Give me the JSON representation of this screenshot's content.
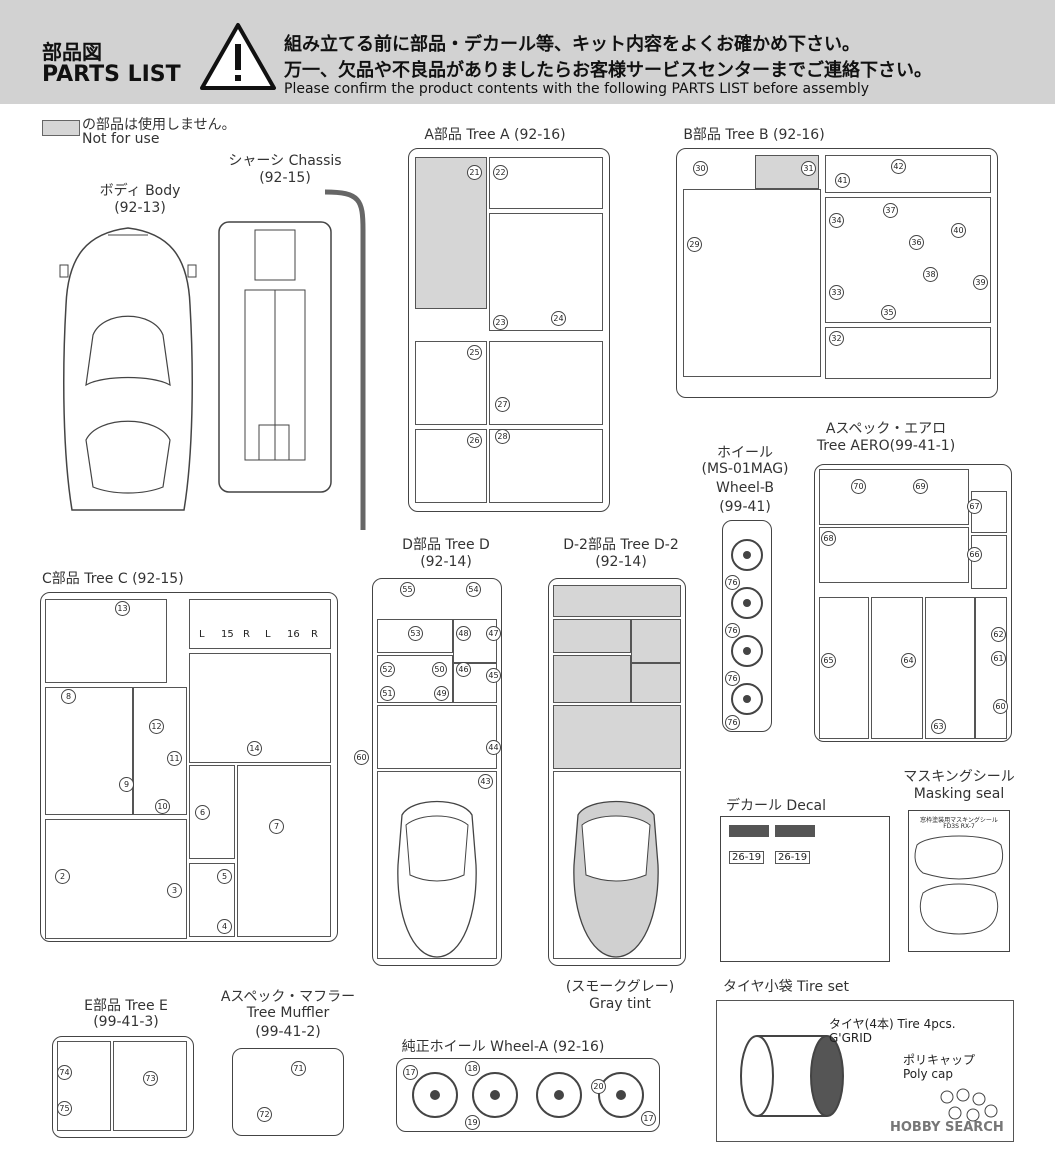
{
  "header": {
    "title_jp": "部品図",
    "title_en": "PARTS LIST",
    "warning_line1": "組み立てる前に部品・デカール等、キット内容をよくお確かめ下さい。",
    "warning_line2": "万一、欠品や不良品がありましたらお客様サービスセンターまでご連絡下さい。",
    "warning_line3": "Please confirm the product contents with the following PARTS LIST before assembly"
  },
  "legend": {
    "jp": "の部品は使用しません。",
    "en": "Not for use"
  },
  "body": {
    "label": "ボディ Body",
    "code": "(92-13)"
  },
  "chassis": {
    "label": "シャーシ Chassis",
    "code": "(92-15)"
  },
  "tree_a": {
    "label": "A部品 Tree A (92-16)",
    "parts": [
      "21",
      "22",
      "23",
      "24",
      "25",
      "26",
      "27",
      "28"
    ]
  },
  "tree_b": {
    "label": "B部品 Tree B (92-16)",
    "parts": [
      "30",
      "31",
      "42",
      "41",
      "34",
      "37",
      "36",
      "40",
      "29",
      "33",
      "38",
      "39",
      "35",
      "32"
    ]
  },
  "tree_c": {
    "label": "C部品 Tree C (92-15)",
    "parts": [
      "13",
      "8",
      "12",
      "14",
      "11",
      "9",
      "10",
      "6",
      "7",
      "2",
      "3",
      "5",
      "4"
    ],
    "wheel_marks": [
      "L",
      "15",
      "R",
      "L",
      "16",
      "R"
    ]
  },
  "tree_d": {
    "label": "D部品 Tree D",
    "code": "(92-14)"
  },
  "tree_d2": {
    "label": "D-2部品 Tree D-2",
    "code": "(92-14)",
    "tint_jp": "(スモークグレー)",
    "tint_en": "Gray tint"
  },
  "d_parts": [
    "55",
    "54",
    "53",
    "48",
    "47",
    "52",
    "50",
    "46",
    "45",
    "51",
    "49",
    "60",
    "44",
    "43"
  ],
  "wheel_b": {
    "jp": "ホイール",
    "code1": "(MS-01MAG)",
    "en": "Wheel-B",
    "code2": "(99-41)",
    "parts": [
      "76",
      "76",
      "76",
      "76"
    ]
  },
  "tree_aero": {
    "jp": "Aスペック・エアロ",
    "en": "Tree AERO",
    "code": "(99-41-1)",
    "parts": [
      "70",
      "69",
      "67",
      "68",
      "66",
      "65",
      "64",
      "62",
      "61",
      "63",
      "60"
    ]
  },
  "decal": {
    "label": "デカール Decal",
    "plate": "26-19"
  },
  "masking": {
    "jp": "マスキングシール",
    "en": "Masking seal",
    "sheet_title": "窓枠塗装用マスキングシール",
    "sheet_sub": "FD3S RX-7"
  },
  "tree_e": {
    "label": "E部品 Tree E",
    "code": "(99-41-3)",
    "parts": [
      "74",
      "73",
      "75"
    ]
  },
  "tree_muffler": {
    "jp": "Aスペック・マフラー",
    "en": "Tree Muffler",
    "code": "(99-41-2)",
    "parts": [
      "71",
      "72"
    ]
  },
  "wheel_a": {
    "label": "純正ホイール Wheel-A (92-16)",
    "parts": [
      "17",
      "18",
      "20",
      "19",
      "17"
    ]
  },
  "tire_set": {
    "label": "タイヤ小袋 Tire set",
    "tire": "タイヤ(4本) Tire 4pcs.",
    "brand": "G'GRID",
    "cap_jp": "ポリキャップ",
    "cap_en": "Poly cap"
  },
  "watermark": "HOBBY SEARCH"
}
